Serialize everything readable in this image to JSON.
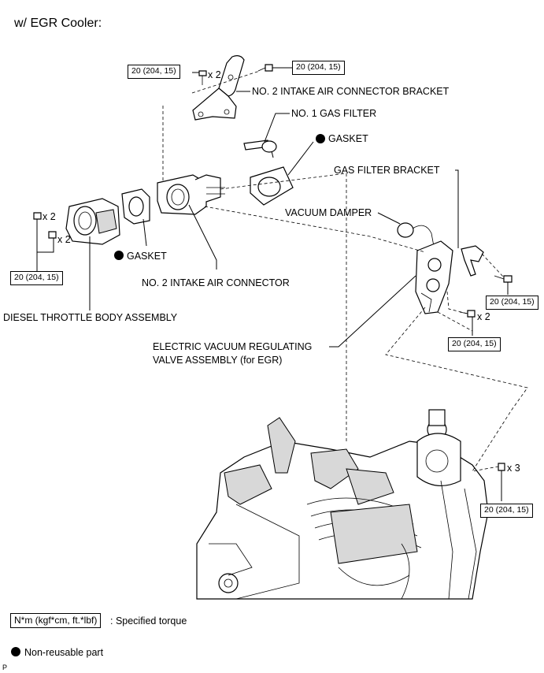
{
  "heading": "w/ EGR Cooler:",
  "torque_spec": "20 (204, 15)",
  "labels": {
    "no2_intake_air_connector_bracket": "NO. 2 INTAKE AIR CONNECTOR BRACKET",
    "no1_gas_filter": "NO. 1 GAS FILTER",
    "gasket": "GASKET",
    "gas_filter_bracket": "GAS FILTER BRACKET",
    "vacuum_damper": "VACUUM DAMPER",
    "no2_intake_air_connector": "NO. 2 INTAKE AIR CONNECTOR",
    "diesel_throttle_body_assembly": "DIESEL THROTTLE BODY ASSEMBLY",
    "evrv_line1": "ELECTRIC VACUUM REGULATING",
    "evrv_line2": "VALVE ASSEMBLY (for EGR)"
  },
  "quantities": {
    "x2": "x 2",
    "x3": "x 3"
  },
  "legend": {
    "torque_unit": "N*m (kgf*cm, ft.*lbf)",
    "torque_text": ": Specified torque",
    "non_reusable_text": "Non-reusable part"
  },
  "corner_mark": "P"
}
